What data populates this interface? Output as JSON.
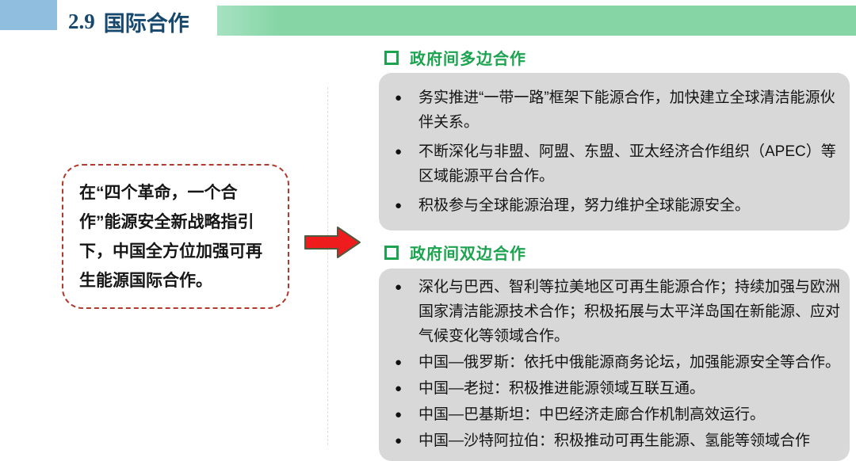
{
  "header": {
    "number": "2.9",
    "title": "国际合作"
  },
  "intro_box": {
    "text": "在“四个革命，一个合作”能源安全新战略指引下，中国全方位加强可再生能源国际合作。"
  },
  "sections": [
    {
      "heading": "政府间多边合作",
      "bullets": [
        "务实推进“一带一路”框架下能源合作，加快建立全球清洁能源伙伴关系。",
        "不断深化与非盟、阿盟、东盟、亚太经济合作组织（APEC）等区域能源平台合作。",
        "积极参与全球能源治理，努力维护全球能源安全。"
      ]
    },
    {
      "heading": "政府间双边合作",
      "bullets": [
        "深化与巴西、智利等拉美地区可再生能源合作；持续加强与欧洲国家清洁能源技术合作；积极拓展与太平洋岛国在新能源、应对气候变化等领域合作。",
        "中国—俄罗斯：依托中俄能源商务论坛，加强能源安全等合作。",
        "中国—老挝：积极推进能源领域互联互通。",
        "中国—巴基斯坦：中巴经济走廊合作机制高效运行。",
        "中国—沙特阿拉伯：积极推动可再生能源、氢能等领域合作"
      ]
    }
  ],
  "ui": {
    "bullet": "●"
  },
  "colors": {
    "title_navy": "#17486E",
    "accent_blue": "#8FBEDF",
    "green_bar": "#85D5A5",
    "heading_green": "#1CA350",
    "panel_gray": "#D8D8D8",
    "intro_border_red": "#B13A2C",
    "arrow_red": "#EE1C1C"
  }
}
